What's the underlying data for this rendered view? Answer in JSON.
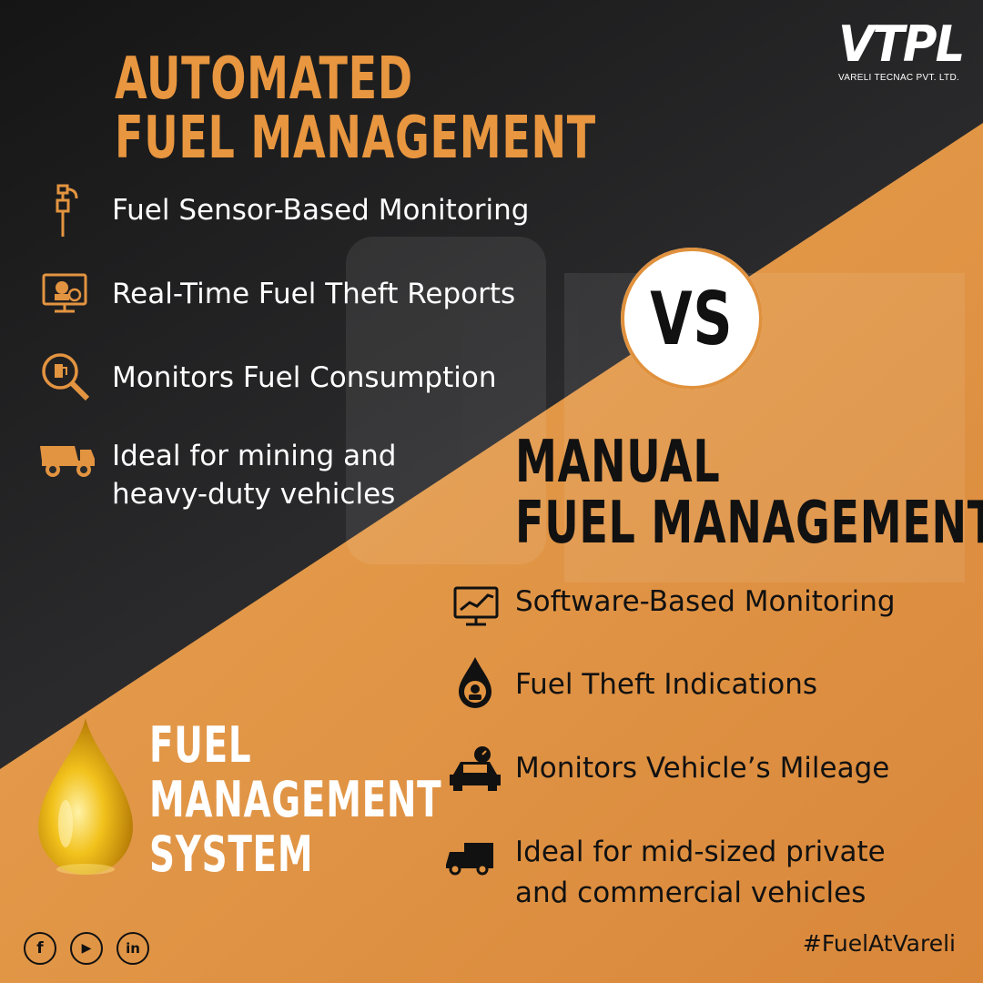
{
  "brand": {
    "logo_text": "VTPL",
    "company_name": "VARELI TECNAC PVT. LTD."
  },
  "automated": {
    "title_line1": "AUTOMATED",
    "title_line2": "FUEL MANAGEMENT",
    "items": [
      {
        "icon": "fuel-sensor-icon",
        "text": "Fuel Sensor-Based Monitoring"
      },
      {
        "icon": "theft-monitor-icon",
        "text": "Real-Time Fuel Theft Reports"
      },
      {
        "icon": "fuel-search-icon",
        "text": "Monitors Fuel Consumption"
      },
      {
        "icon": "dump-truck-icon",
        "text_line1": "Ideal for mining and",
        "text_line2": "heavy-duty vehicles"
      }
    ]
  },
  "vs_label": "VS",
  "manual": {
    "title_line1": "MANUAL",
    "title_line2": "FUEL MANAGEMENT",
    "items": [
      {
        "icon": "chart-monitor-icon",
        "text": "Software-Based Monitoring"
      },
      {
        "icon": "oil-drop-thief-icon",
        "text": "Fuel Theft Indications"
      },
      {
        "icon": "car-gauge-icon",
        "text": "Monitors Vehicle’s Mileage"
      },
      {
        "icon": "delivery-van-icon",
        "text_line1": "Ideal for mid-sized private",
        "text_line2": "and commercial vehicles"
      }
    ]
  },
  "fms": {
    "line1": "FUEL",
    "line2": "MANAGEMENT",
    "line3": "SYSTEM"
  },
  "social": {
    "facebook": "f",
    "youtube": "▶",
    "linkedin": "in"
  },
  "hashtag": "#FuelAtVareli",
  "colors": {
    "dark_bg": "#1b1b1b",
    "orange": "#e39440",
    "orange_accent": "#e8963f",
    "text_dark": "#111111",
    "text_light": "#ffffff"
  }
}
